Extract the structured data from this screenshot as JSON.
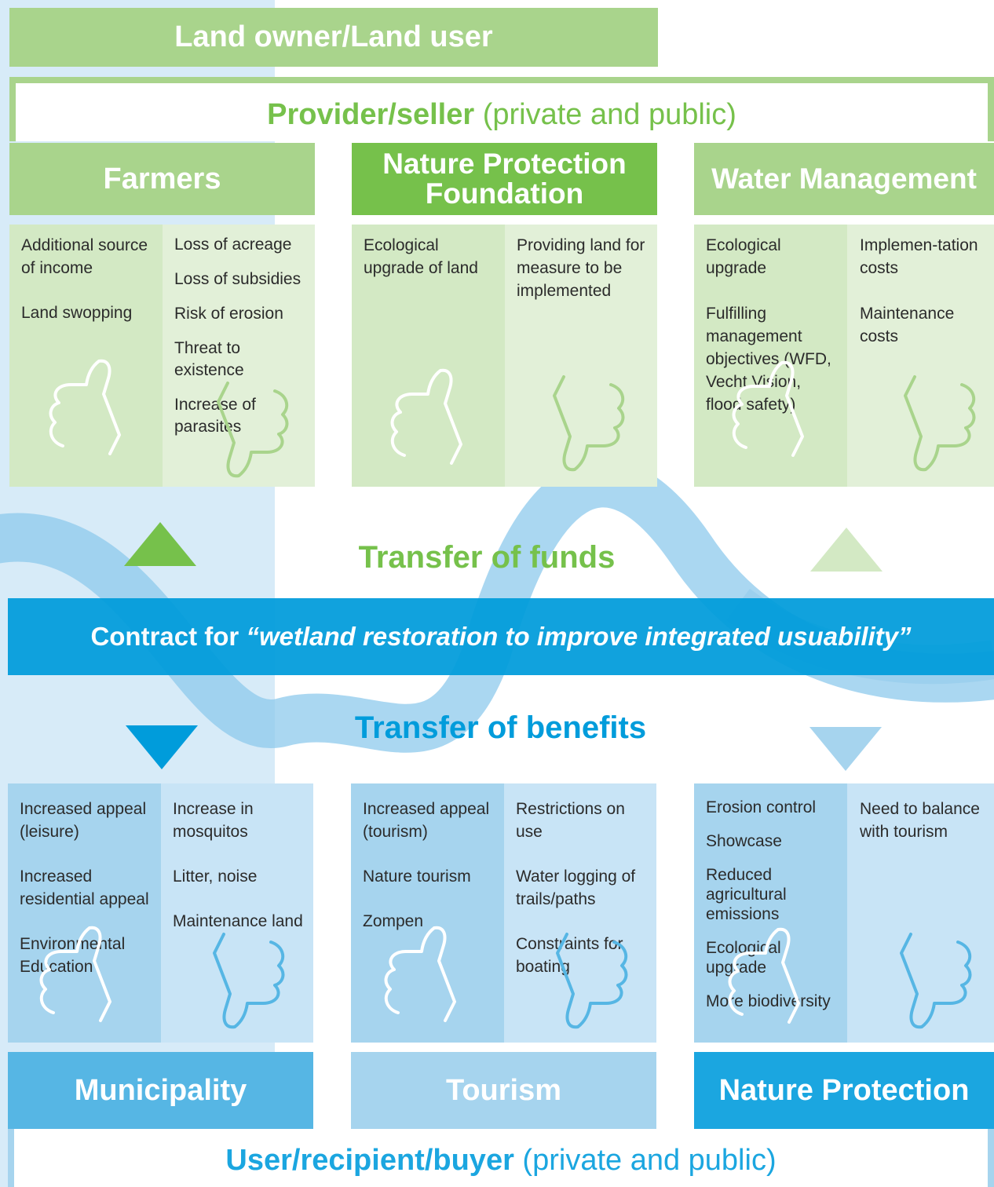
{
  "colors": {
    "green_dark": "#76c14b",
    "green_mid": "#a9d48c",
    "green_light": "#d3e9c4",
    "green_lighter": "#e2f0d8",
    "blue_dark": "#009cdb",
    "blue_mid": "#56b6e4",
    "blue_light": "#a6d4ee",
    "blue_lighter": "#c8e4f6",
    "blue_column": "#d7ebf8"
  },
  "top_banner": {
    "label": "Land owner/Land user"
  },
  "provider": {
    "bold": "Provider/seller",
    "rest": " (private and public)"
  },
  "providers": [
    {
      "name": "Farmers",
      "pros": [
        "Additional source of income",
        "Land swopping"
      ],
      "cons": [
        "Loss of acreage",
        "Loss of subsidies",
        "Risk of erosion",
        "Threat to existence",
        "Increase of parasites"
      ]
    },
    {
      "name": "Nature Protection Foundation",
      "pros": [
        "Ecological upgrade of land"
      ],
      "cons": [
        "Providing land for measure to be implemented"
      ]
    },
    {
      "name": "Water Management",
      "pros": [
        "Ecological upgrade",
        "Fulfilling management objectives (WFD, Vecht Vision, flood safety)"
      ],
      "cons": [
        "Implemen-tation costs",
        "Maintenance costs"
      ]
    }
  ],
  "transfer_funds": "Transfer of funds",
  "contract": {
    "prefix": "Contract for ",
    "quote": "“wetland restoration to improve integrated usuability”"
  },
  "transfer_benefits": "Transfer of benefits",
  "users": [
    {
      "name": "Municipality",
      "pros": [
        "Increased appeal (leisure)",
        "Increased residential appeal",
        "Environmental Education"
      ],
      "cons": [
        "Increase in mosquitos",
        "Litter, noise",
        "Maintenance land"
      ]
    },
    {
      "name": "Tourism",
      "pros": [
        "Increased appeal (tourism)",
        "Nature tourism",
        "Zompen"
      ],
      "cons": [
        "Restrictions on use",
        "Water logging of trails/paths",
        "Constraints for boating"
      ]
    },
    {
      "name": "Nature Protection",
      "pros": [
        "Erosion control",
        "Showcase",
        "Reduced agricultural emissions",
        "Ecological upgrade",
        "More biodiversity"
      ],
      "cons": [
        "Need to balance with tourism"
      ]
    }
  ],
  "user_footer": {
    "bold": "User/recipient/buyer",
    "rest": " (private and public)"
  }
}
